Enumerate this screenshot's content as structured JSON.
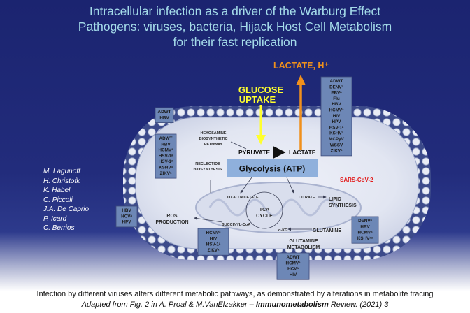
{
  "title_lines": [
    "Intracellular infection as a driver of the Warburg Effect",
    "Pathogens: viruses, bacteria, Hijack Host Cell Metabolism",
    "for their fast replication"
  ],
  "labels": {
    "lactate_h": "LACTATE,  H⁺",
    "glucose_line1": "GLUCOSE",
    "glucose_line2": "UPTAKE",
    "hexosamine": [
      "HEXOSAMINE",
      "BIOSYNTHETIC",
      "PATHWAY"
    ],
    "pyruvate": "PYRUVATE",
    "lactate": "LACTATE",
    "nucleotide": [
      "NECLEOTIDE",
      "BIOSYNTHESIS"
    ],
    "glycolysis": "Glycolysis (ATP)",
    "sars": "SARS-CoV-2",
    "oxaloacetate": "OXALOACETATE",
    "citrate": "CITRATE",
    "lipid": [
      "LIPID",
      "SYNTHESIS"
    ],
    "tca": [
      "TCA",
      "CYCLE"
    ],
    "ros": [
      "ROS",
      "PRODUCTION"
    ],
    "succinyl": "SUCCINYL-CoA",
    "akg": "α-KG",
    "glutamine": "GLUTAMINE",
    "glutamine_metabolism": [
      "GLUTAMINE",
      "METABOLISM"
    ]
  },
  "virus_boxes": {
    "top_left": [
      "ADWT",
      "HBV"
    ],
    "left_column": [
      "ADWT",
      "HBV",
      "HCMVᵃ",
      "HSV-1ᵃ",
      "HSV-1ᵃ",
      "KSHVᵃ",
      "ZIKVᵃ"
    ],
    "right_column": [
      "ADWT",
      "DENVᵃ",
      "EBVᵃ",
      "Flu",
      "HBV",
      "HCMVᵃ",
      "HIV",
      "HPV",
      "HSV-1ᵃ",
      "KSHVᵃ",
      "MCPyV",
      "WSSV",
      "ZIKVᵃ"
    ],
    "left_side": [
      "HBV",
      "HCVᵃ",
      "HPV"
    ],
    "bottom_middle": [
      "HCMVᵃ",
      "HIV",
      "HSV-1ᵃ",
      "ZIKVᵃ"
    ],
    "bottom_right": [
      "ADWT",
      "HCMVᵃ",
      "HCVᵃ",
      "HIV"
    ],
    "right_side": [
      "DENVᵃ",
      "HBV",
      "HCMVᵃ",
      "KSHVᵃᵃ"
    ]
  },
  "authors": [
    "M. Lagunoff",
    "H. Christofk",
    "K. Habel",
    "C. Piccoli",
    "J.A. De Caprio",
    "P.  Icard",
    "C. Berrios"
  ],
  "caption_line1": "Infection by different viruses alters different metabolic pathways, as demonstrated by alterations in metabolite tracing",
  "caption_prefix": "Adapted from Fig. 2  in A. Proal & M.VanElzakker – ",
  "caption_journal": "Immunometabolism",
  "caption_suffix": " Review. (2021) 3",
  "colors": {
    "title": "#a4dbe9",
    "glucose": "#ffff2e",
    "lactate_arrow": "#f0901c",
    "sars": "#e21b1b",
    "glycolysis_box": "#8fb0dc",
    "virus_box": "#6d87b6"
  }
}
